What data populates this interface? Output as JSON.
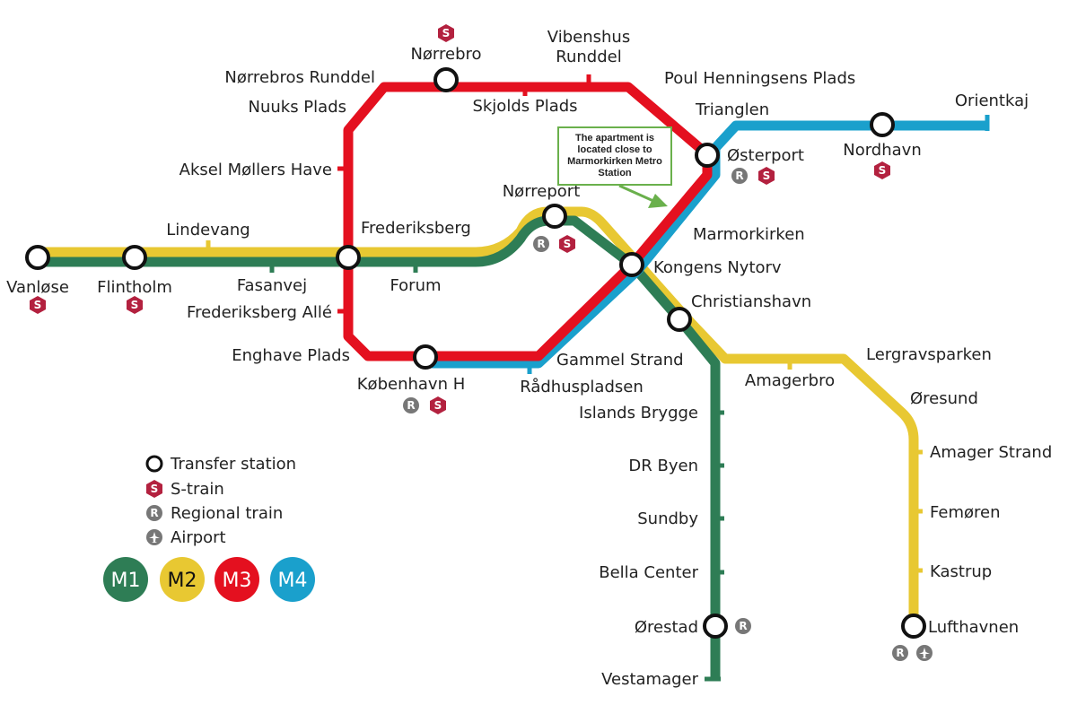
{
  "colors": {
    "m1": "#2e7d55",
    "m2": "#e8c832",
    "m3": "#e4101f",
    "m4": "#1aa0cc",
    "s_train": "#b3213f",
    "regional": "#777777",
    "annotation": "#6ab04c"
  },
  "stations": [
    "Vanløse",
    "Flintholm",
    "Lindevang",
    "Fasanvej",
    "Frederiksberg",
    "Forum",
    "Frederiksberg Allé",
    "Enghave Plads",
    "København H",
    "Rådhuspladsen",
    "Gammel Strand",
    "Nørreport",
    "Kongens Nytorv",
    "Christianshavn",
    "Marmorkirken",
    "Østerport",
    "Trianglen",
    "Nordhavn",
    "Orientkaj",
    "Poul Henningsens Plads",
    "Vibenshus",
    "Runddel",
    "Skjolds Plads",
    "Nørrebro",
    "Nørrebros Runddel",
    "Nuuks Plads",
    "Aksel Møllers Have",
    "Islands Brygge",
    "DR Byen",
    "Sundby",
    "Bella Center",
    "Ørestad",
    "Vestamager",
    "Amagerbro",
    "Lergravsparken",
    "Øresund",
    "Amager Strand",
    "Femøren",
    "Kastrup",
    "Lufthavnen"
  ],
  "icons": {
    "s": "S",
    "r": "R"
  },
  "annotation": [
    "The apartment is",
    "located close to",
    "Marmorkirken Metro",
    "Station"
  ],
  "legend": {
    "transfer": "Transfer station",
    "strain": "S-train",
    "regional": "Regional train",
    "airport": "Airport",
    "lines": [
      "M1",
      "M2",
      "M3",
      "M4"
    ]
  }
}
